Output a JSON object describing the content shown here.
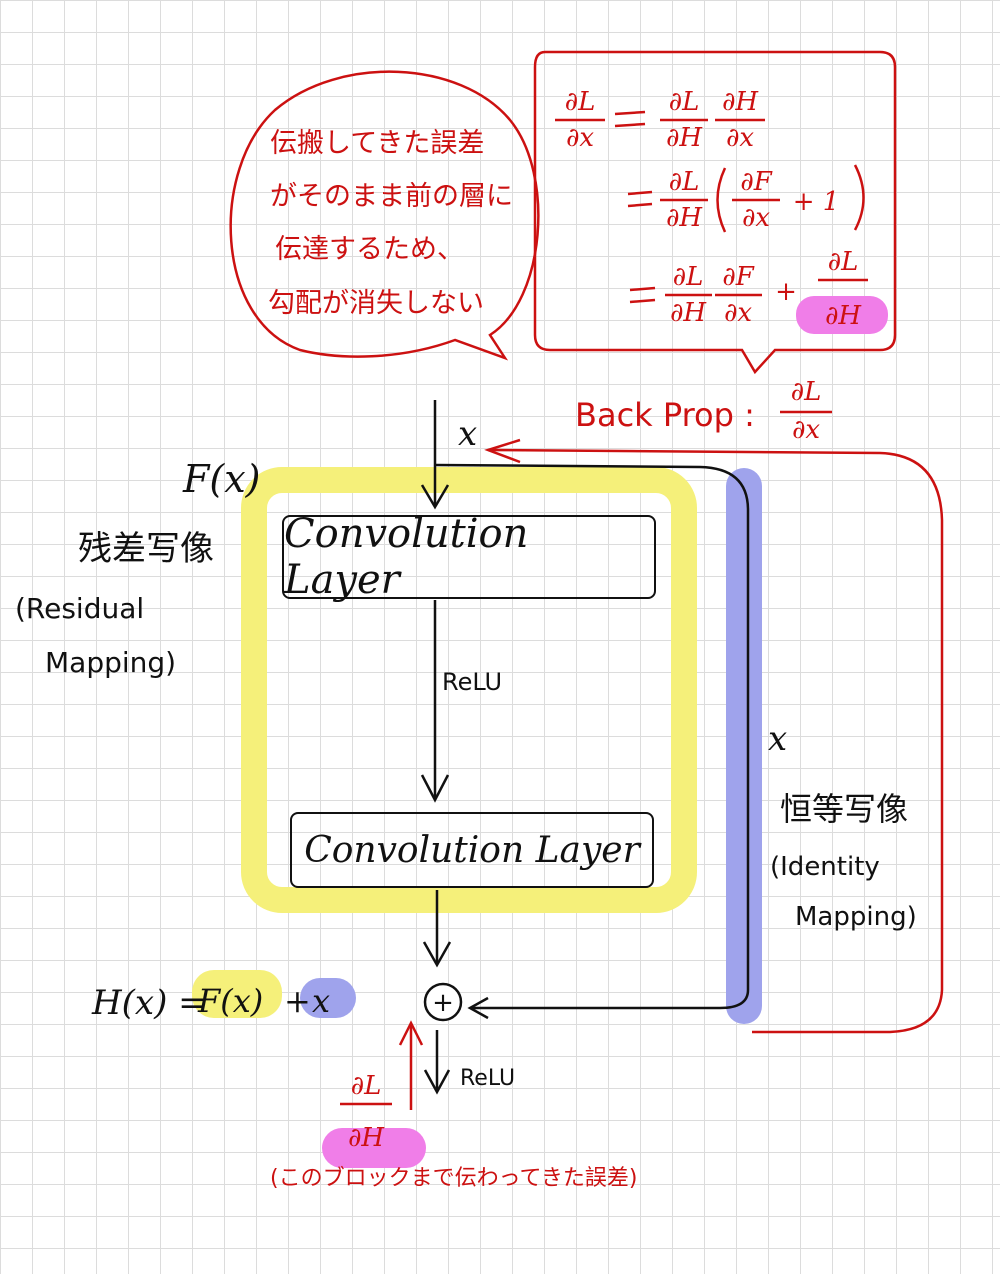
{
  "bubble_left": {
    "lines": [
      "伝搬してきた誤差",
      "がそのまま前の層に",
      "伝達するため、",
      "勾配が消失しない"
    ]
  },
  "bubble_right": {
    "eq1_lhs_num": "∂L",
    "eq1_lhs_den": "∂x",
    "eq1_r1_num": "∂L",
    "eq1_r1_den": "∂H",
    "eq1_r2_num": "∂H",
    "eq1_r2_den": "∂x",
    "eq2_f1_num": "∂L",
    "eq2_f1_den": "∂H",
    "eq2_f2_num": "∂F",
    "eq2_f2_den": "∂x",
    "eq2_tail": "+ 1",
    "eq3_f1_num": "∂L",
    "eq3_f1_den": "∂H",
    "eq3_f2_num": "∂F",
    "eq3_f2_den": "∂x",
    "eq3_f3_num": "∂L",
    "eq3_f3_den": "∂H"
  },
  "backprop": {
    "label": "Back Prop :",
    "num": "∂L",
    "den": "∂x"
  },
  "residual": {
    "fx": "F(x)",
    "jp": "残差写像",
    "en1": "(Residual",
    "en2": "Mapping)"
  },
  "input_x": "x",
  "layers": {
    "conv1": "Convolution Layer",
    "conv2": "Convolution Layer",
    "relu_mid": "ReLU",
    "relu_out": "ReLU"
  },
  "identity": {
    "x": "x",
    "jp": "恒等写像",
    "en1": "(Identity",
    "en2": "Mapping)"
  },
  "sum_symbol": "+",
  "h_formula": {
    "h": "H(x) =",
    "fx": "F(x)",
    "plus": "+",
    "x": "x"
  },
  "grad_in": {
    "num": "∂L",
    "den": "∂H",
    "note": "(このブロックまで伝わってきた誤差)"
  },
  "colors": {
    "red": "#cc1111",
    "yellow": "#f5f07a",
    "blue": "#9fa3ec",
    "pink": "#f07ee8",
    "ink": "#111111"
  }
}
